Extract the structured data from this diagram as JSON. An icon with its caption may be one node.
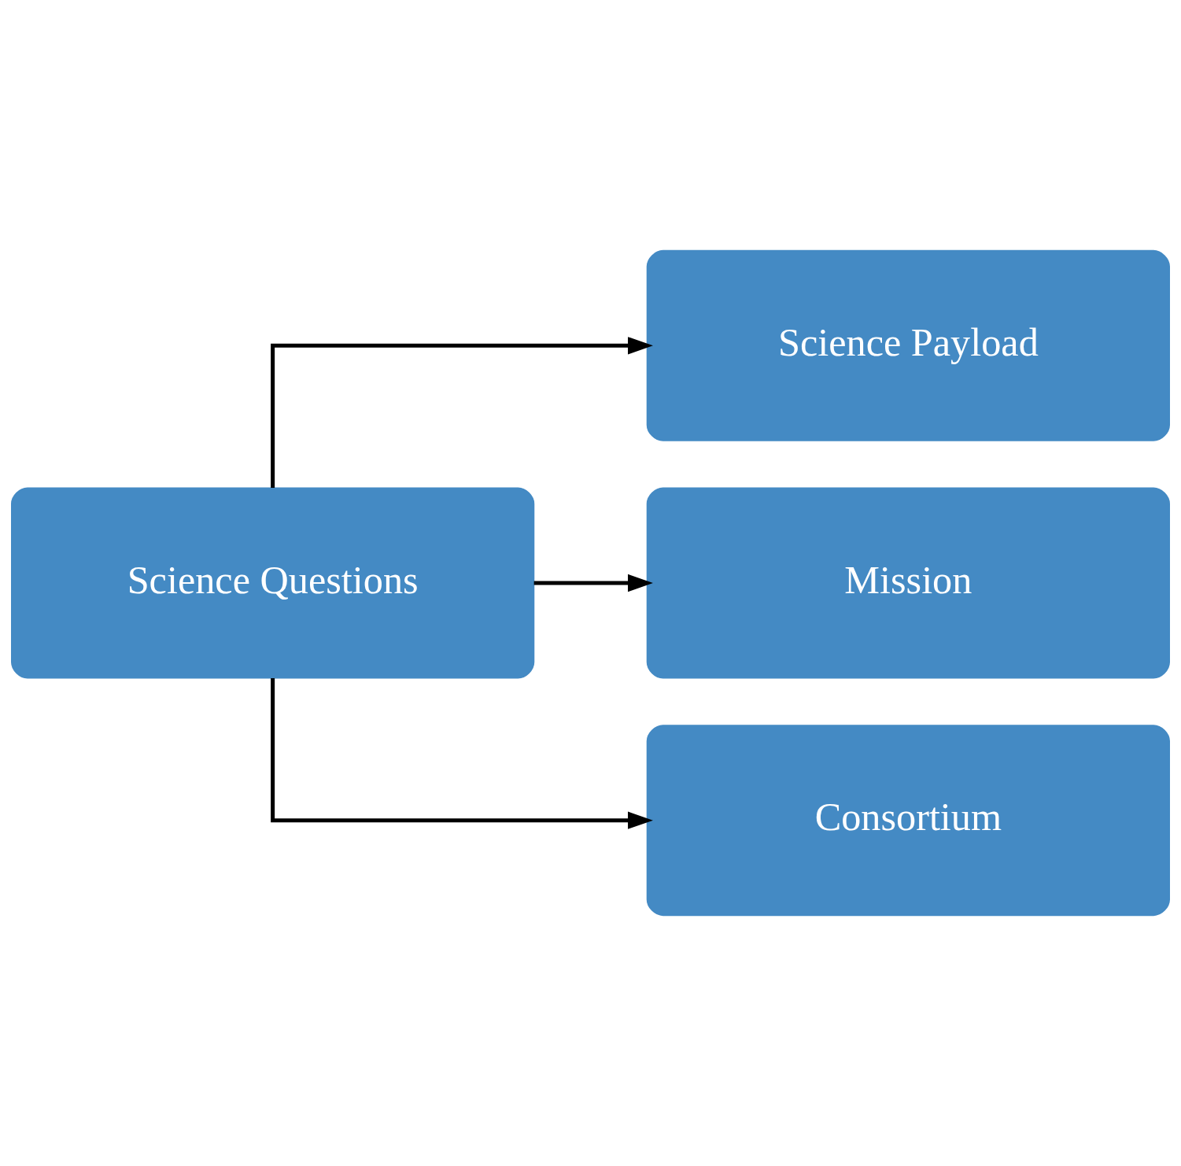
{
  "diagram": {
    "nodes": [
      {
        "text": [
          "Science Questions"
        ]
      },
      {
        "text": [
          "Science Payload"
        ]
      },
      {
        "text": [
          "Mission"
        ]
      },
      {
        "text": [
          "Consortium"
        ]
      }
    ],
    "edges": [
      {
        "from": 0,
        "to": 1,
        "arrow": "to"
      },
      {
        "from": 0,
        "to": 2,
        "arrow": "to"
      },
      {
        "from": 0,
        "to": 3,
        "arrow": "to"
      }
    ]
  }
}
